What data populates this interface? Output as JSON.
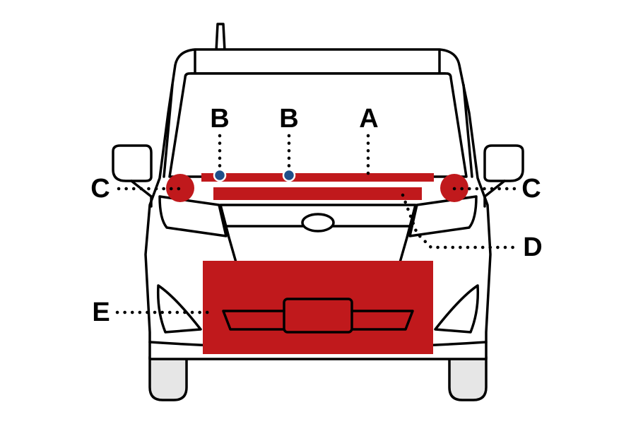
{
  "colors": {
    "zone": "#c0191c",
    "sensor": "#1f4f8a",
    "outline": "#000000"
  },
  "labels": {
    "a": "A",
    "b": "B",
    "c": "C",
    "d": "D",
    "e": "E"
  }
}
